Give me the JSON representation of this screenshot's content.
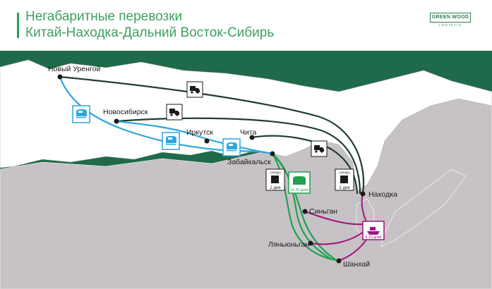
{
  "header": {
    "title_line1": "Негабаритные перевозки",
    "title_line2": "Китай-Находка-Дальний Восток-Сибирь",
    "logo_text": "GREEN WOOD",
    "logo_subtext": "LOGISTIC"
  },
  "cities": {
    "novy_urengoy": "Новый Уренгой",
    "novosibirsk": "Новосибирск",
    "irkutsk": "Иркутск",
    "chita": "Чита",
    "zabaikalsk": "Забайкальск",
    "nakhodka": "Находка",
    "singan": "Синьган",
    "lianyungang": "Ляньюньган",
    "shanghai": "Шанхай"
  },
  "badges": {
    "customs_left_title": "склады",
    "customs_left_days": "2 дня",
    "customs_right_title": "склады",
    "customs_right_days": "2 дня",
    "rail_green_days": "14-20 дней",
    "ship_days": "5-10 дней"
  },
  "colors": {
    "title_green": "#3f9f61",
    "truck_route": "#1f3d2e",
    "rail_route_blue": "#2ea6dc",
    "rail_route_green": "#22a050",
    "sea_route": "#a3137c",
    "land": "#c6c2c6",
    "russia_land": "#ffffff",
    "sea": "#1f6a4a"
  }
}
